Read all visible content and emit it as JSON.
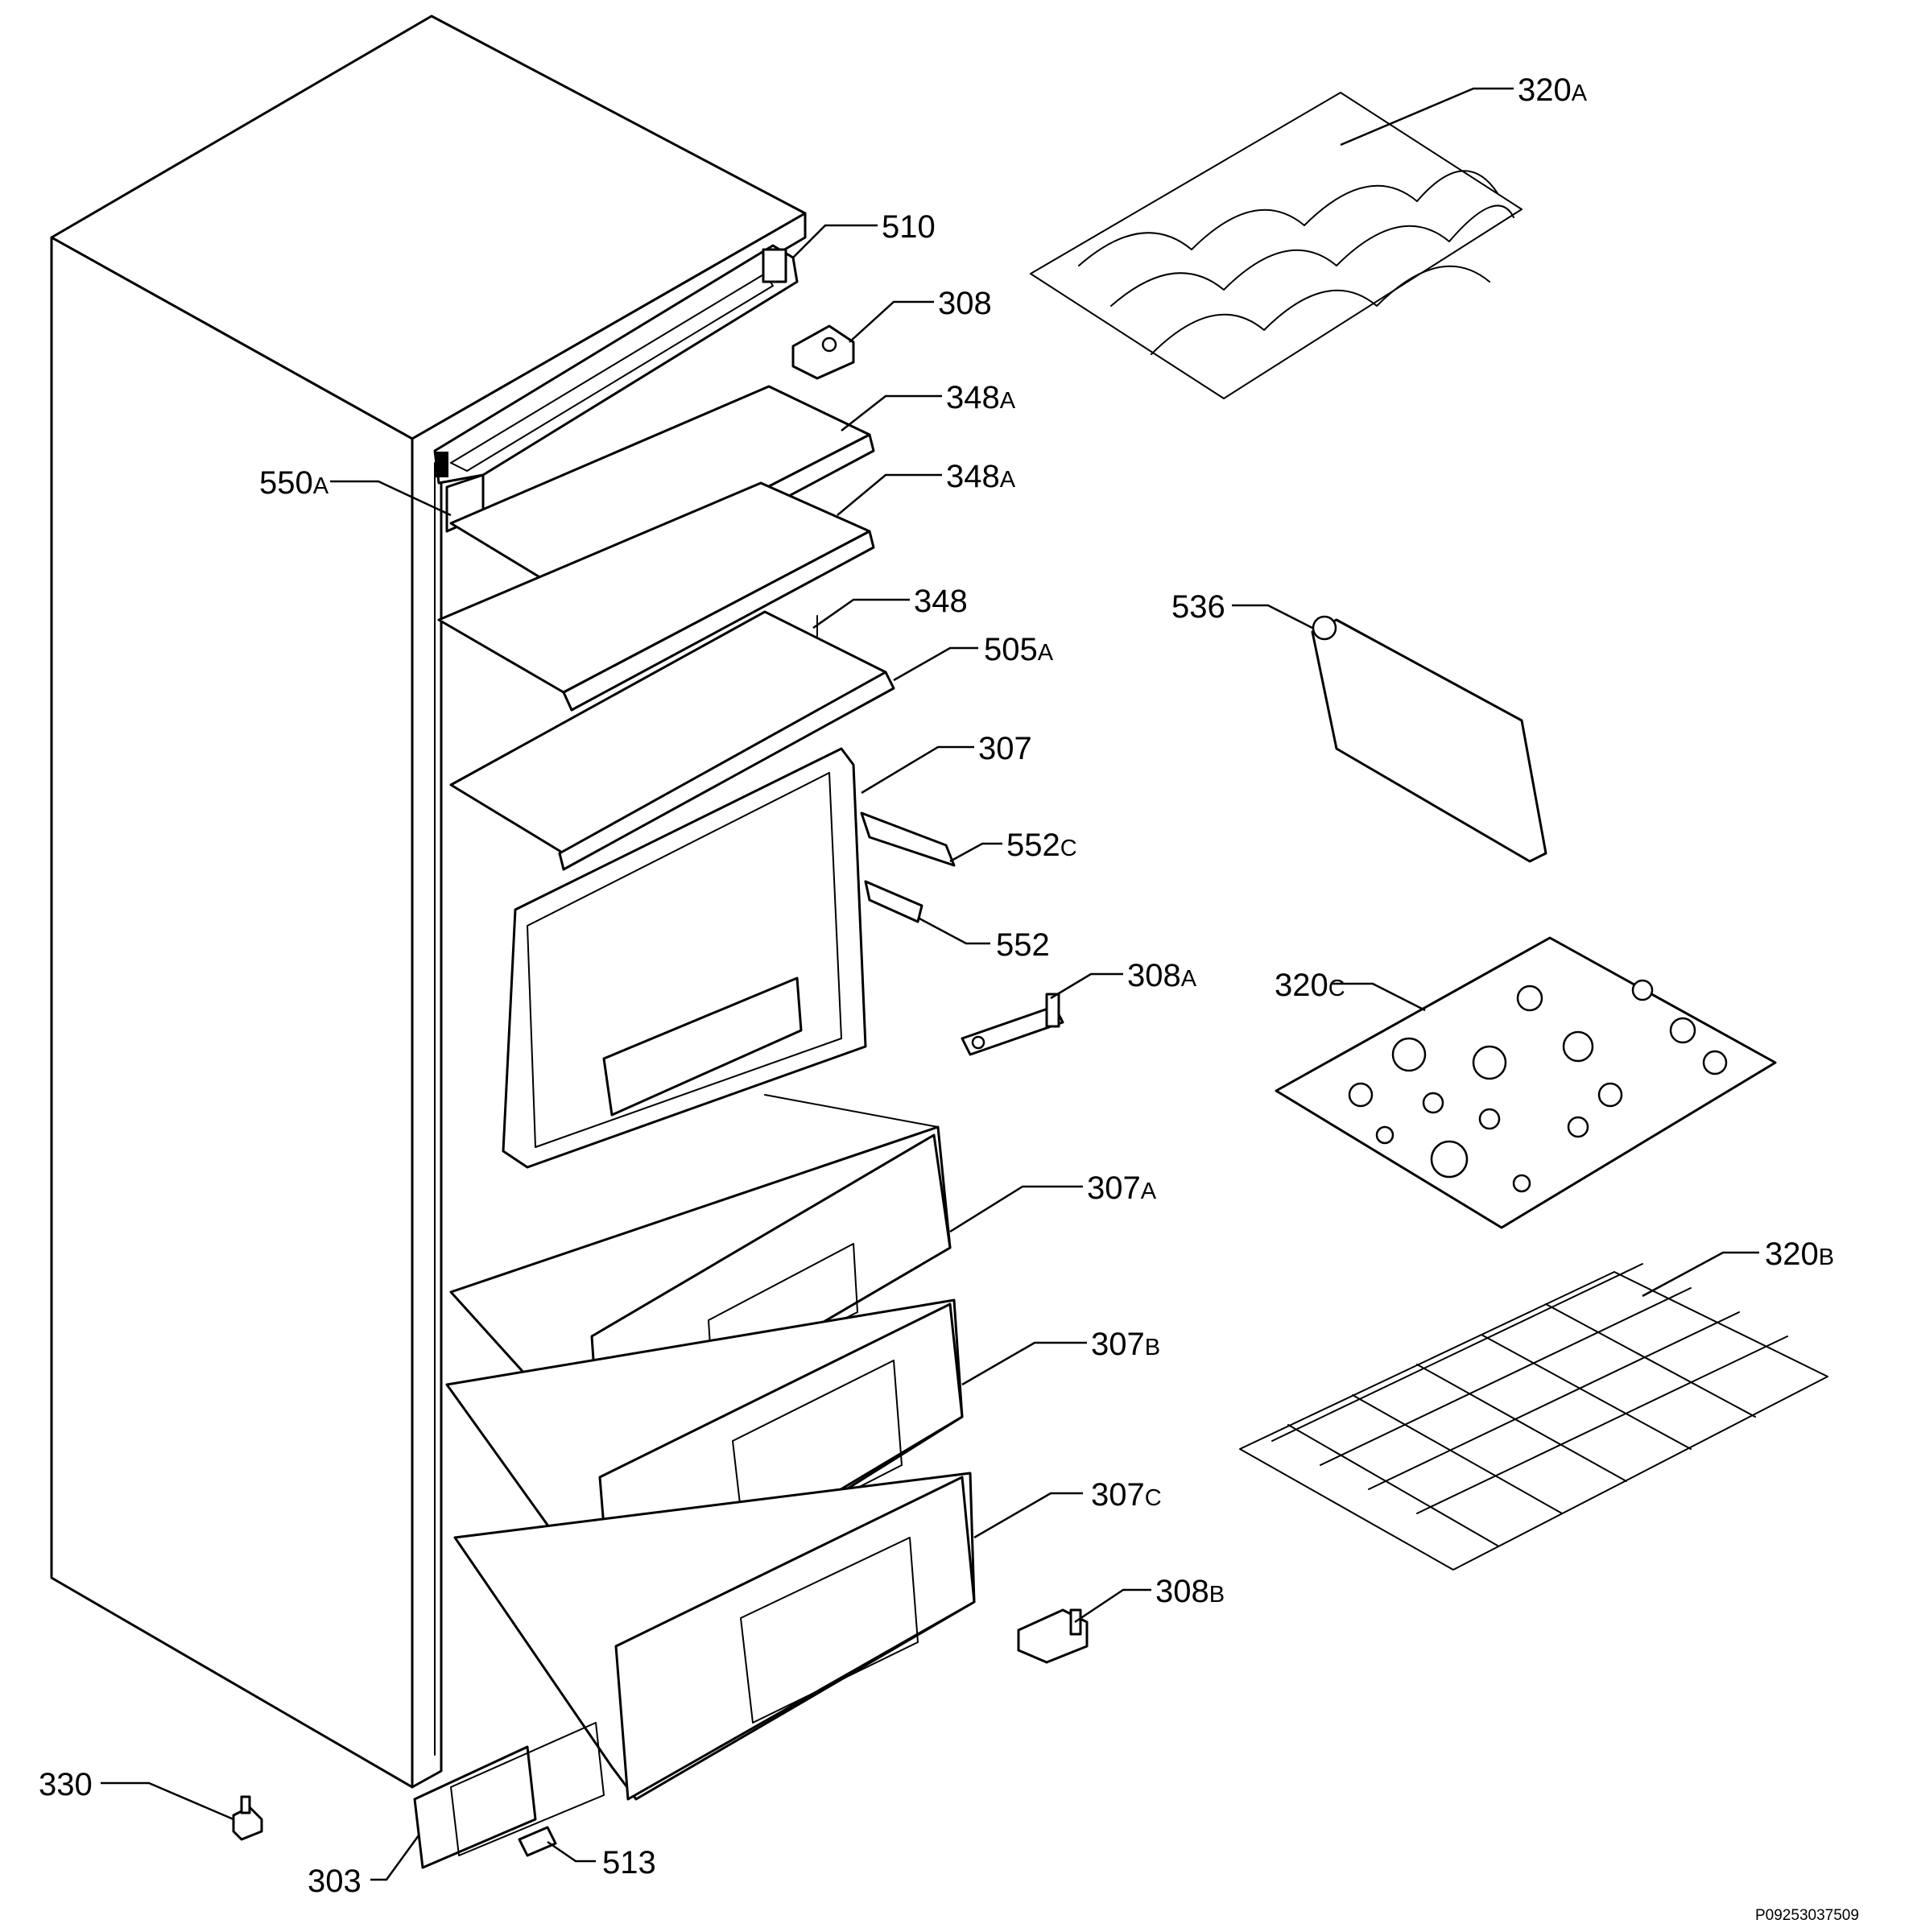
{
  "callouts": [
    {
      "id": "c510",
      "num": "510",
      "suffix": ""
    },
    {
      "id": "c308",
      "num": "308",
      "suffix": ""
    },
    {
      "id": "c348a1",
      "num": "348",
      "suffix": "A"
    },
    {
      "id": "c348a2",
      "num": "348",
      "suffix": "A"
    },
    {
      "id": "c550a",
      "num": "550",
      "suffix": "A"
    },
    {
      "id": "c348",
      "num": "348",
      "suffix": ""
    },
    {
      "id": "c505a",
      "num": "505",
      "suffix": "A"
    },
    {
      "id": "c307",
      "num": "307",
      "suffix": ""
    },
    {
      "id": "c552c",
      "num": "552",
      "suffix": "C"
    },
    {
      "id": "c552",
      "num": "552",
      "suffix": ""
    },
    {
      "id": "c308a",
      "num": "308",
      "suffix": "A"
    },
    {
      "id": "c307a",
      "num": "307",
      "suffix": "A"
    },
    {
      "id": "c307b",
      "num": "307",
      "suffix": "B"
    },
    {
      "id": "c307c",
      "num": "307",
      "suffix": "C"
    },
    {
      "id": "c308b",
      "num": "308",
      "suffix": "B"
    },
    {
      "id": "c330",
      "num": "330",
      "suffix": ""
    },
    {
      "id": "c303",
      "num": "303",
      "suffix": ""
    },
    {
      "id": "c513",
      "num": "513",
      "suffix": ""
    },
    {
      "id": "c320a",
      "num": "320",
      "suffix": "A"
    },
    {
      "id": "c536",
      "num": "536",
      "suffix": ""
    },
    {
      "id": "c320c",
      "num": "320",
      "suffix": "C"
    },
    {
      "id": "c320b",
      "num": "320",
      "suffix": "B"
    }
  ],
  "document_id": "P09253037509"
}
